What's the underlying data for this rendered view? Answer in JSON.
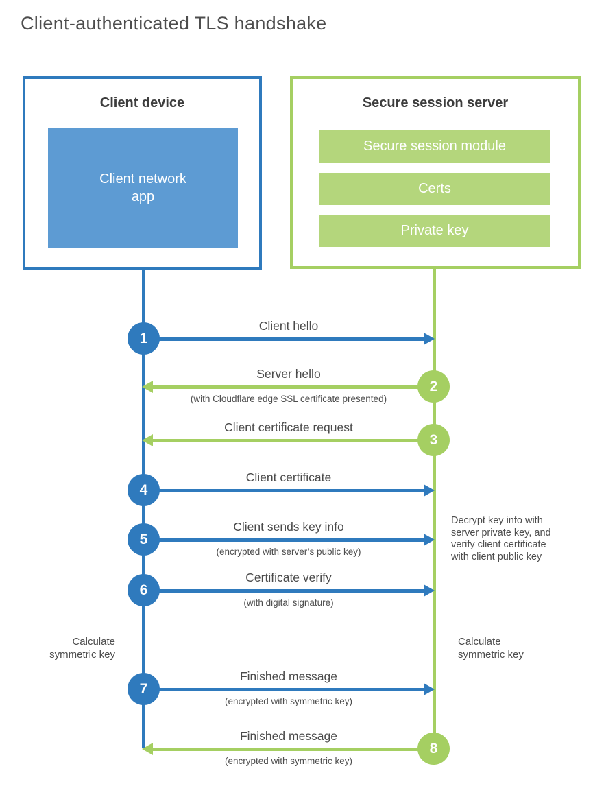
{
  "title": "Client-authenticated TLS handshake",
  "colors": {
    "client_blue": "#2f7abd",
    "client_fill_blue": "#5d9bd3",
    "server_green": "#a5cf62",
    "server_fill_green": "#b4d67c"
  },
  "client": {
    "title": "Client device",
    "app_label": "Client network app"
  },
  "server": {
    "title": "Secure session server",
    "modules": [
      "Secure session module",
      "Certs",
      "Private key"
    ]
  },
  "steps": [
    {
      "number": "1",
      "actor": "client",
      "direction": "right",
      "label": "Client hello",
      "sublabel": ""
    },
    {
      "number": "2",
      "actor": "server",
      "direction": "left",
      "label": "Server hello",
      "sublabel": "(with Cloudflare edge SSL certificate presented)"
    },
    {
      "number": "3",
      "actor": "server",
      "direction": "left",
      "label": "Client certificate request",
      "sublabel": ""
    },
    {
      "number": "4",
      "actor": "client",
      "direction": "right",
      "label": "Client certificate",
      "sublabel": ""
    },
    {
      "number": "5",
      "actor": "client",
      "direction": "right",
      "label": "Client sends key info",
      "sublabel": "(encrypted with server’s public key)"
    },
    {
      "number": "6",
      "actor": "client",
      "direction": "right",
      "label": "Certificate verify",
      "sublabel": "(with digital signature)"
    },
    {
      "number": "7",
      "actor": "client",
      "direction": "right",
      "label": "Finished message",
      "sublabel": "(encrypted with symmetric key)"
    },
    {
      "number": "8",
      "actor": "server",
      "direction": "left",
      "label": "Finished message",
      "sublabel": "(encrypted with symmetric key)"
    }
  ],
  "notes": {
    "decrypt": "Decrypt key info with\nserver private key, and\nverify client certificate\nwith client public key",
    "calc_left": "Calculate\nsymmetric key",
    "calc_right": "Calculate\nsymmetric key"
  }
}
